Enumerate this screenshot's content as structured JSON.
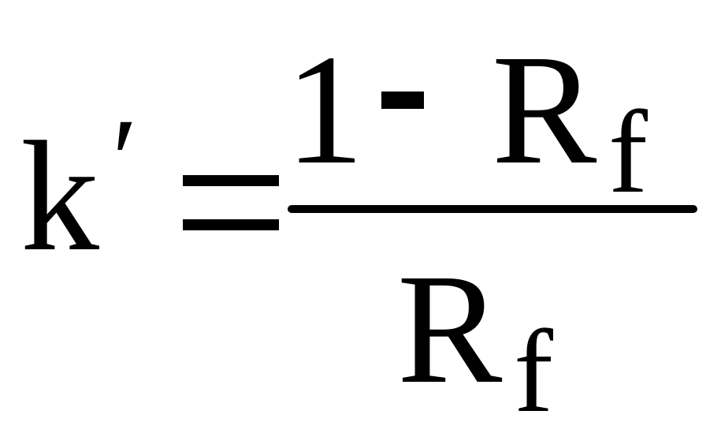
{
  "equation": {
    "lhs": {
      "variable": "k",
      "prime": "′",
      "equals": "="
    },
    "numerator": {
      "one": "1",
      "minus": "-",
      "variable": "R",
      "subscript": "f"
    },
    "denominator": {
      "variable": "R",
      "subscript": "f"
    }
  },
  "colors": {
    "ink": "#000000",
    "background": "#ffffff"
  }
}
